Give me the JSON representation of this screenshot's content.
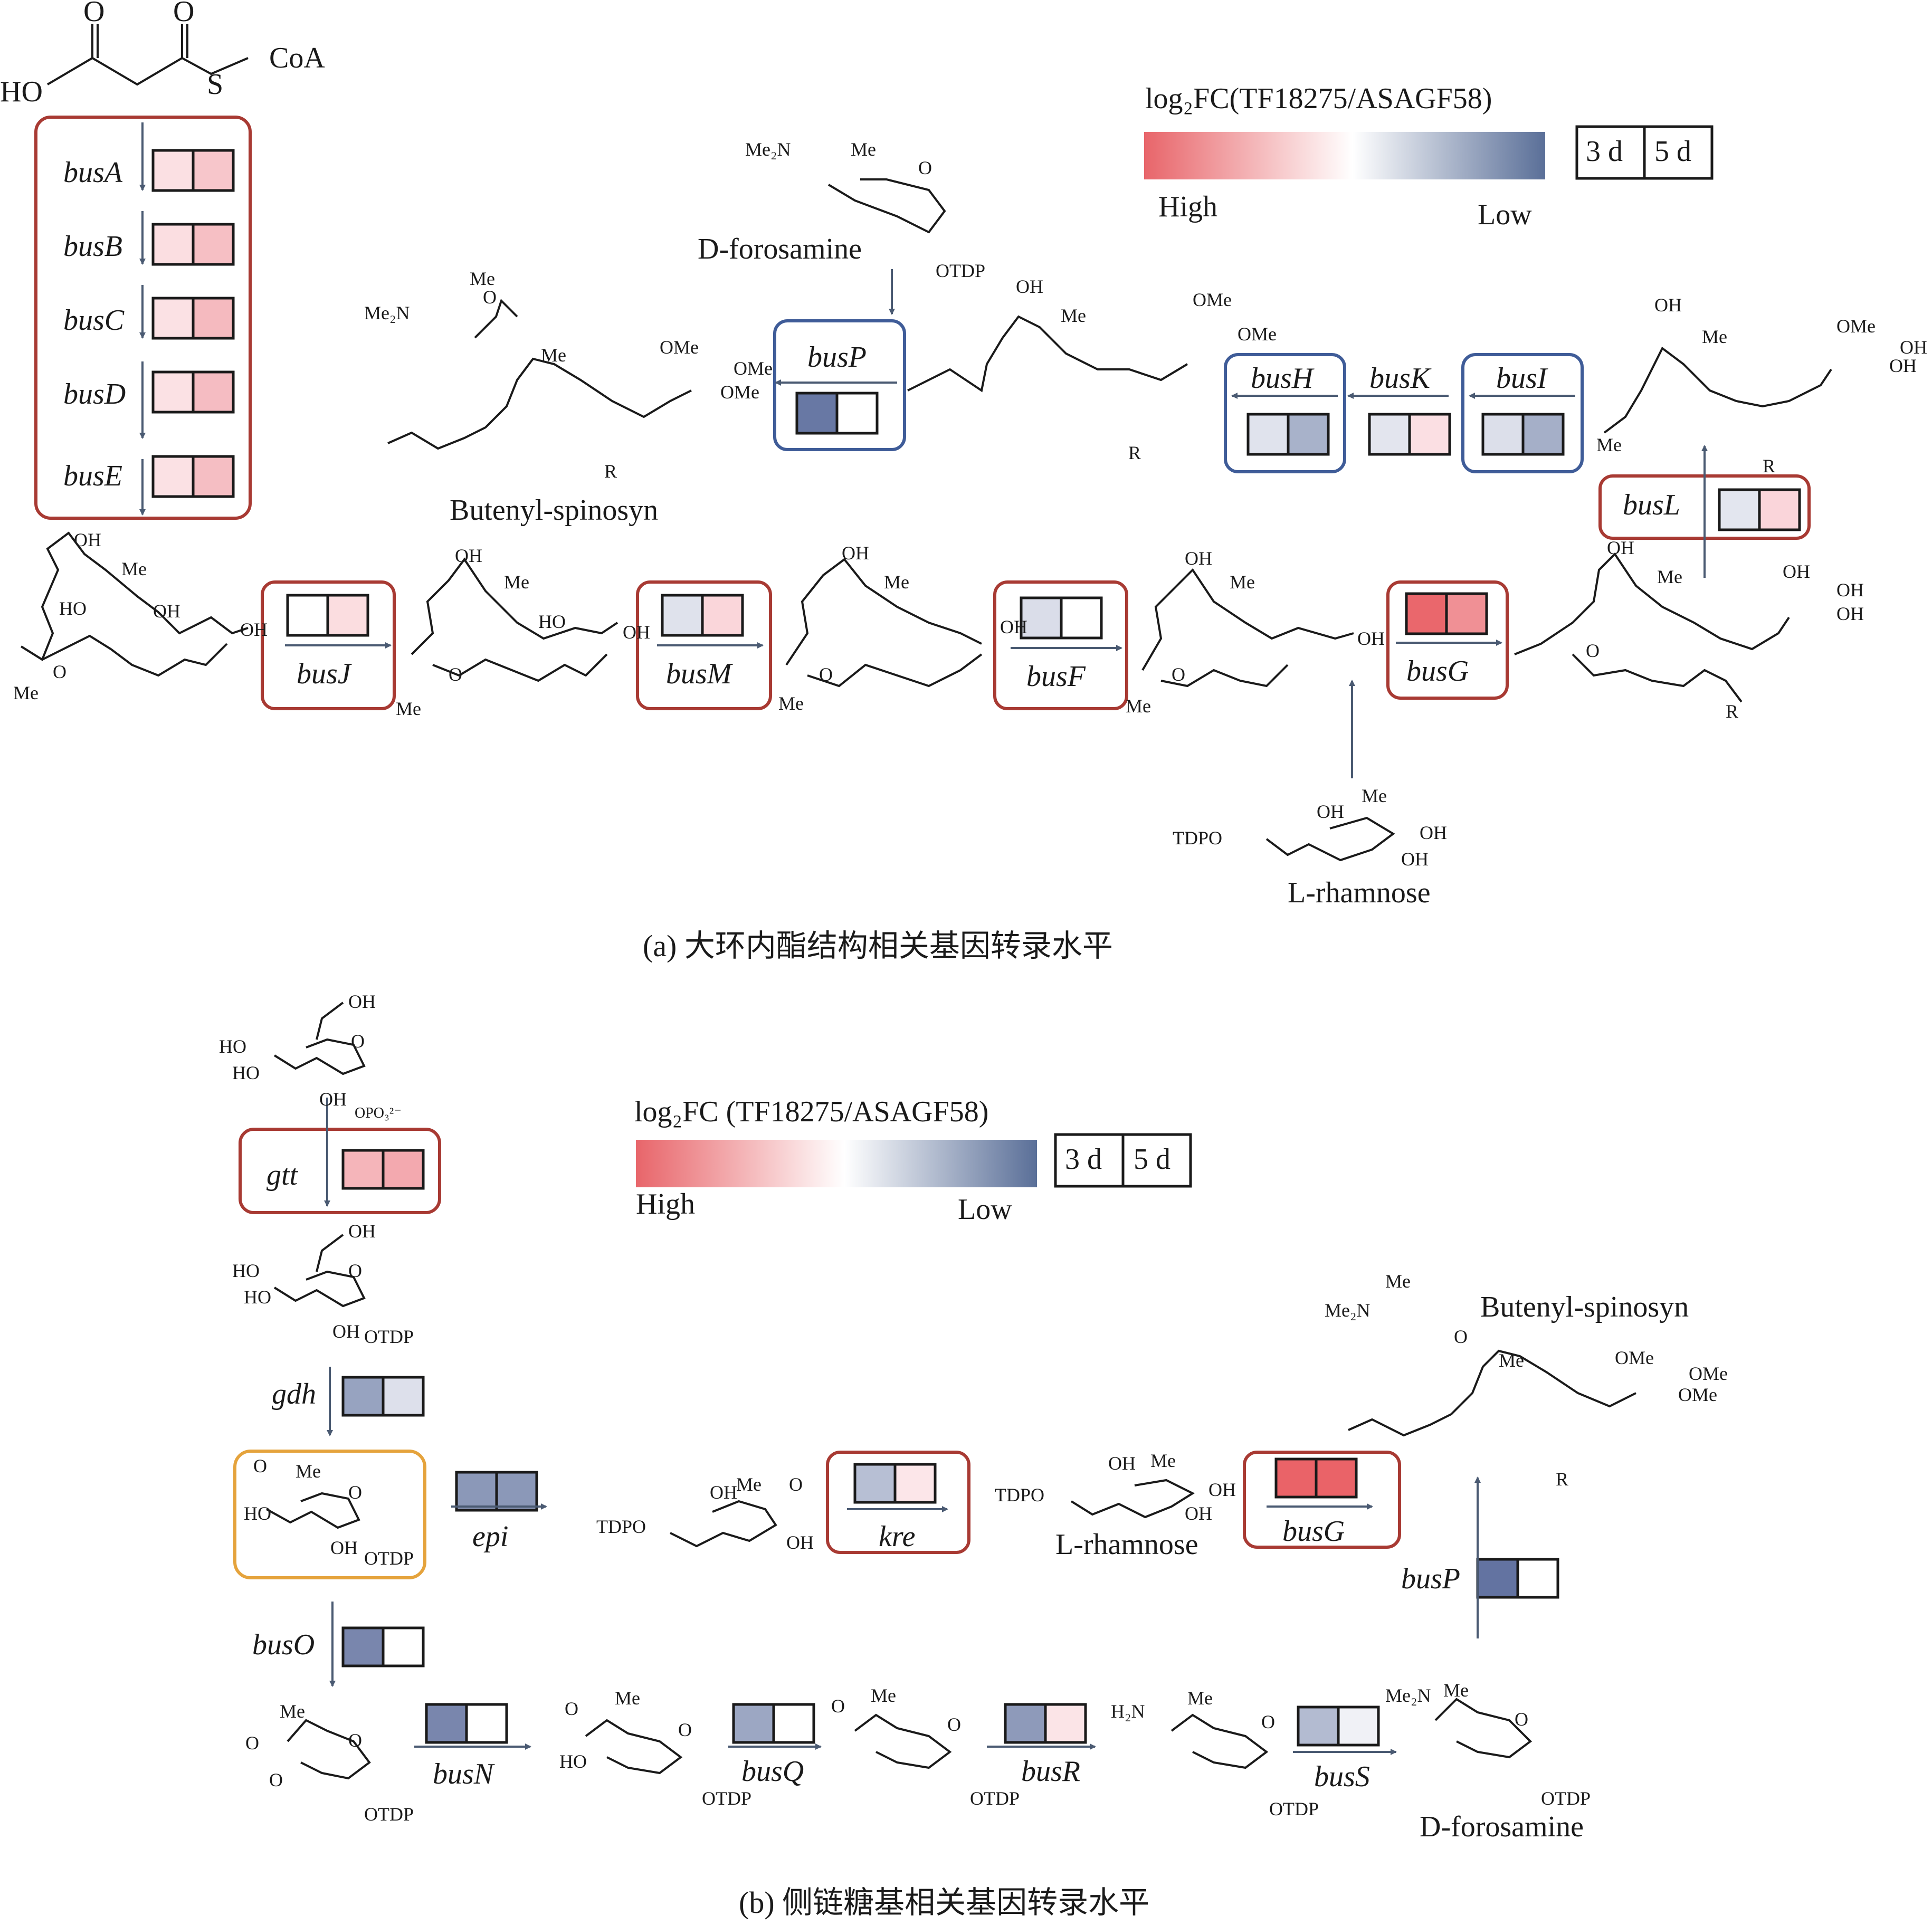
{
  "legend_a": {
    "title": "log₂FC(TF18275/ASAGF58)",
    "high": "High",
    "low": "Low",
    "days": [
      "3 d",
      "5 d"
    ]
  },
  "legend_b": {
    "title": "log₂FC (TF18275/ASAGF58)",
    "high": "High",
    "low": "Low",
    "days": [
      "3 d",
      "5 d"
    ]
  },
  "gradient": {
    "high_color": "#e8656a",
    "mid_color": "#ffffff",
    "low_color": "#5a6f98"
  },
  "frame_colors": {
    "red": "#a83a33",
    "blue": "#3f5c98",
    "orange": "#e5a33c"
  },
  "caption_a": "(a) 大环内酯结构相关基因转录水平",
  "caption_b": "(b) 侧链糖基相关基因转录水平",
  "panel_a": {
    "start_compound": {
      "ho": "HO",
      "o1": "O",
      "o2": "O",
      "s": "S",
      "coa": "CoA"
    },
    "genes": [
      {
        "id": "busA",
        "label": "busA",
        "d3": "#fbe0e3",
        "d5": "#f7c6cb"
      },
      {
        "id": "busB",
        "label": "busB",
        "d3": "#fbdee1",
        "d5": "#f6bfc4"
      },
      {
        "id": "busC",
        "label": "busC",
        "d3": "#fbe1e4",
        "d5": "#f5babf"
      },
      {
        "id": "busD",
        "label": "busD",
        "d3": "#fbe1e4",
        "d5": "#f5bcc2"
      },
      {
        "id": "busE",
        "label": "busE",
        "d3": "#fbe1e4",
        "d5": "#f5bec3"
      },
      {
        "id": "busJ",
        "label": "busJ",
        "d3": "#ffffff",
        "d5": "#fbdde0"
      },
      {
        "id": "busM",
        "label": "busM",
        "d3": "#dfe2ec",
        "d5": "#fad6da"
      },
      {
        "id": "busF",
        "label": "busF",
        "d3": "#dadde9",
        "d5": "#ffffff"
      },
      {
        "id": "busG",
        "label": "busG",
        "d3": "#ea676c",
        "d5": "#f09095"
      },
      {
        "id": "busL",
        "label": "busL",
        "d3": "#e3e6ef",
        "d5": "#fad5da"
      },
      {
        "id": "busI",
        "label": "busI",
        "d3": "#dcdfea",
        "d5": "#a5afc8"
      },
      {
        "id": "busK",
        "label": "busK",
        "d3": "#e3e5ee",
        "d5": "#fbdfe3"
      },
      {
        "id": "busH",
        "label": "busH",
        "d3": "#e0e3ed",
        "d5": "#a8b2ca"
      },
      {
        "id": "busP",
        "label": "busP",
        "d3": "#6878a4",
        "d5": "#ffffff"
      }
    ],
    "compounds": {
      "forosamine": "D-forosamine",
      "rhamnose": "L-rhamnose",
      "butenyl": "Butenyl-spinosyn"
    },
    "atoms": {
      "oh": "OH",
      "me": "Me",
      "o": "O",
      "r": "R",
      "ome": "OMe",
      "me2n": "Me₂N",
      "otdp": "OTDP",
      "tdpo": "TDPO",
      "ho": "HO"
    }
  },
  "panel_b": {
    "genes": [
      {
        "id": "gtt",
        "label": "gtt",
        "d3": "#f5b5ba",
        "d5": "#f3a9af"
      },
      {
        "id": "gdh",
        "label": "gdh",
        "d3": "#97a3c0",
        "d5": "#dde0eb"
      },
      {
        "id": "epi",
        "label": "epi",
        "d3": "#8b98b8",
        "d5": "#8b98b8"
      },
      {
        "id": "kre",
        "label": "kre",
        "d3": "#b7bfd4",
        "d5": "#fce6e9"
      },
      {
        "id": "busG",
        "label": "busG",
        "d3": "#ea6368",
        "d5": "#ea6368"
      },
      {
        "id": "busP",
        "label": "busP",
        "d3": "#6373a1",
        "d5": "#ffffff"
      },
      {
        "id": "busO",
        "label": "busO",
        "d3": "#7986ad",
        "d5": "#ffffff"
      },
      {
        "id": "busN",
        "label": "busN",
        "d3": "#7986ad",
        "d5": "#ffffff"
      },
      {
        "id": "busQ",
        "label": "busQ",
        "d3": "#9ca7c3",
        "d5": "#ffffff"
      },
      {
        "id": "busR",
        "label": "busR",
        "d3": "#8e9aba",
        "d5": "#fbe4e7"
      },
      {
        "id": "busS",
        "label": "busS",
        "d3": "#b3bbd1",
        "d5": "#f0f1f6"
      }
    ],
    "compounds": {
      "rhamnose": "L-rhamnose",
      "forosamine": "D-forosamine",
      "butenyl": "Butenyl-spinosyn"
    },
    "atoms": {
      "oh": "OH",
      "ho": "HO",
      "o": "O",
      "me": "Me",
      "otdp": "OTDP",
      "tdpo": "TDPO",
      "opo3": "OPO₃²⁻",
      "h2n": "H₂N",
      "me2n": "Me₂N",
      "ome": "OMe",
      "r": "R"
    }
  }
}
